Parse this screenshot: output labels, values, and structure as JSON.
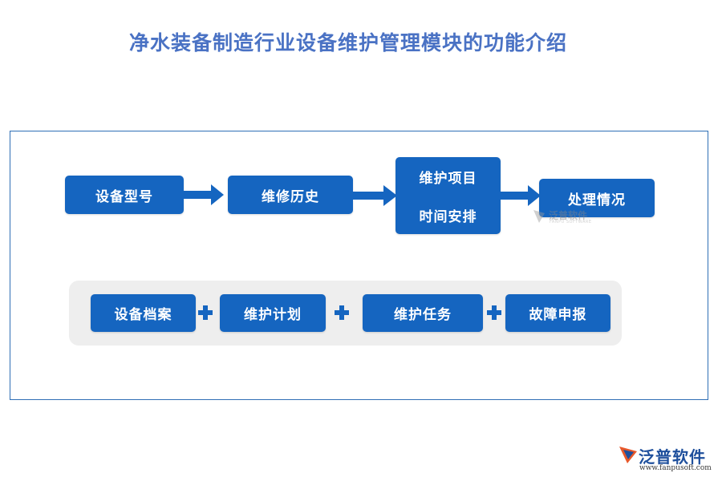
{
  "title": "净水装备制造行业设备维护管理模块的功能介绍",
  "flow": {
    "step1": "设备型号",
    "step2": "维修历史",
    "step3_top": "维护项目",
    "step3_bottom": "时间安排",
    "step4": "处理情况"
  },
  "modules": {
    "item1": "设备档案",
    "item2": "维护计划",
    "item3": "维护任务",
    "item4": "故障申报"
  },
  "watermark": {
    "text": "泛普软件",
    "sub": "FANPU SOFTWARE"
  },
  "logo": {
    "name": "泛普软件",
    "url": "www.fanpusoft.com"
  },
  "colors": {
    "accent": "#1565c0",
    "title": "#4a72c4",
    "frame": "#2f6fb6",
    "panel": "#eeeeee"
  }
}
